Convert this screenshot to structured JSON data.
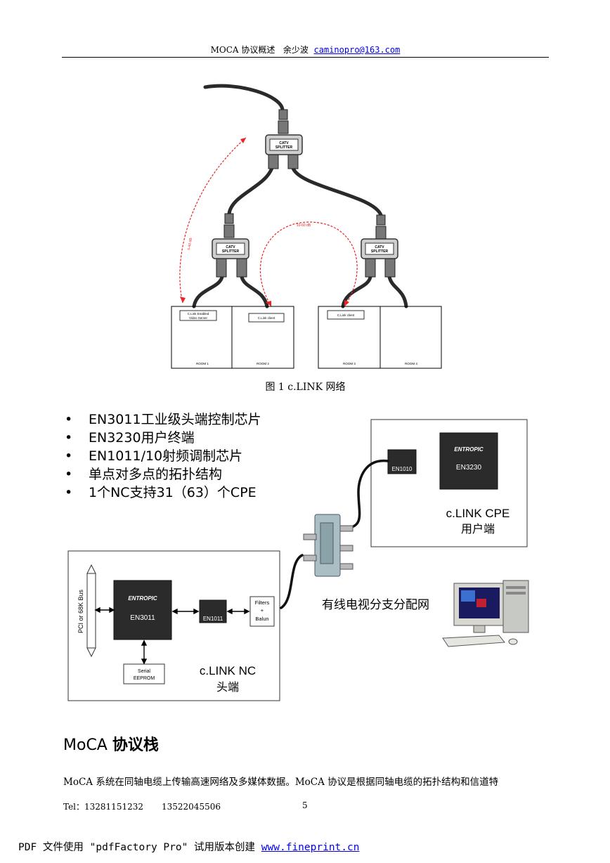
{
  "header": {
    "title": "MOCA 协议概述",
    "author": "余少波",
    "email": "caminopro@163.com"
  },
  "figure1": {
    "splitter_top": [
      "CATV",
      "SPLITTER"
    ],
    "splitter_left": [
      "CATV",
      "SPLITTER"
    ],
    "splitter_right": [
      "CATV",
      "SPLITTER"
    ],
    "arrow_label_left": "5-40 dB",
    "arrow_label_right": "10-60 dB",
    "box_video_server": [
      "C.Link Enabled",
      "Video Server"
    ],
    "box_client_room2": "C.Link client",
    "box_client_room3": "C.Link client",
    "rooms": [
      "ROOM 1",
      "ROOM 2",
      "ROOM 3",
      "ROOM 4"
    ],
    "caption": "图 1    c.LINK 网络"
  },
  "figure2": {
    "bullets": [
      "EN3011工业级头端控制芯片",
      "EN3230用户终端",
      "EN1011/10射频调制芯片",
      "单点对多点的拓扑结构",
      "1个NC支持31（63）个CPE"
    ],
    "cpe_chip_small": "EN1010",
    "cpe_chip_large": "EN3230",
    "brand": "ENTROPIC",
    "cpe_label": "c.LINK CPE",
    "cpe_label_cn": "用户端",
    "nc_chip_large": "EN3011",
    "nc_chip_small": "EN1011",
    "bus_label": "PCI or 68K Bus",
    "filters_box": [
      "Filters",
      "+",
      "Balun"
    ],
    "eeprom_box": [
      "Serial",
      "EEPROM"
    ],
    "nc_label": "c.LINK NC",
    "nc_label_cn": "头端",
    "network_label": "有线电视分支分配网"
  },
  "section": {
    "title_latin": "MoCA ",
    "title_cn": "协议栈",
    "paragraph": "MoCA 系统在同轴电缆上传输高速网络及多媒体数据。MoCA 协议是根据同轴电缆的拓扑结构和信道特"
  },
  "footer": {
    "tel_label": "Tel：13281151232",
    "tel2": "13522045506",
    "page": "5"
  },
  "pdfbar": {
    "text": "PDF 文件使用 \"pdfFactory Pro\" 试用版本创建 ",
    "link": "www.fineprint.cn"
  }
}
